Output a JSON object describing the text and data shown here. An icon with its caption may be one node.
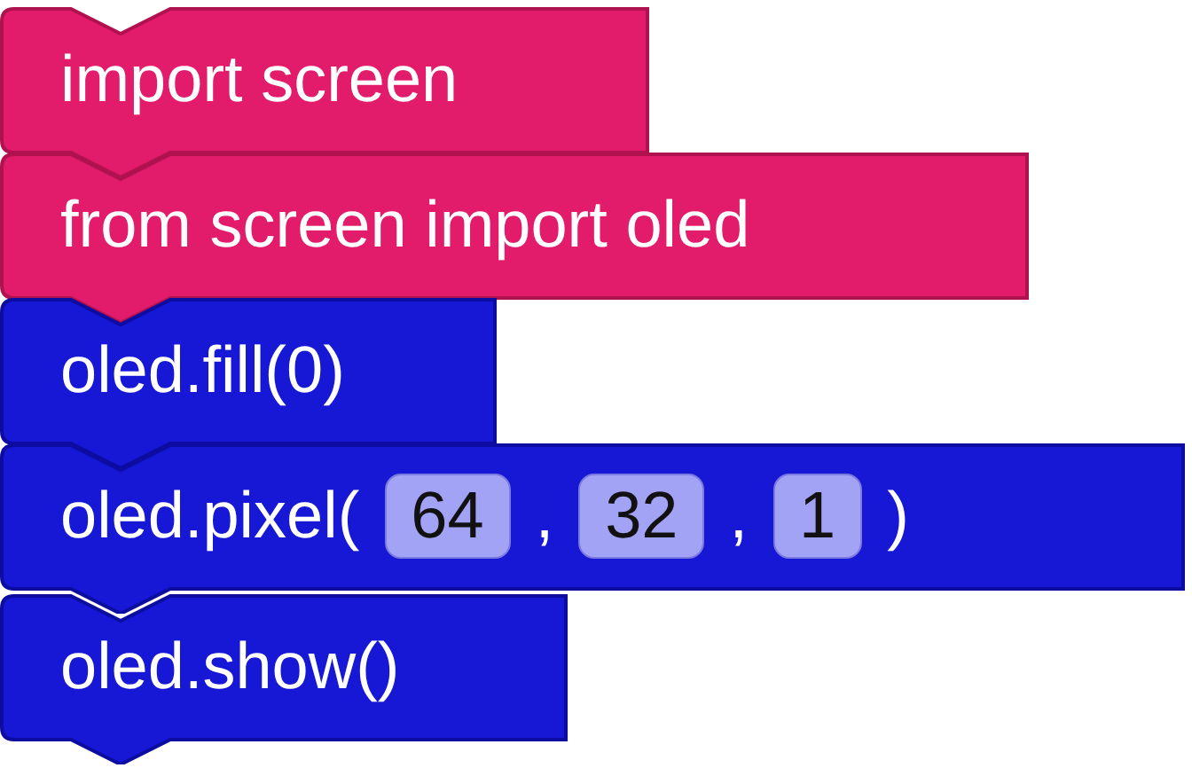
{
  "diagram": {
    "nodes": [
      {
        "text": [
          "import screen"
        ]
      },
      {
        "text": [
          "from screen import oled"
        ]
      },
      {
        "text": [
          "oled.fill(0)"
        ]
      },
      {
        "text": [
          "oled.pixel(",
          ",",
          ",",
          ")"
        ]
      },
      {
        "text": [
          "64"
        ],
        "in": 3
      },
      {
        "text": [
          "32"
        ],
        "in": 3
      },
      {
        "text": [
          "1"
        ],
        "in": 3
      },
      {
        "text": [
          "oled.show()"
        ]
      }
    ]
  }
}
